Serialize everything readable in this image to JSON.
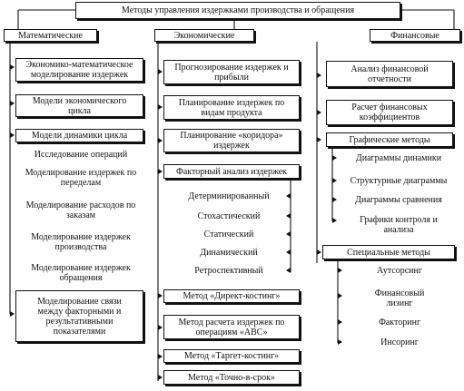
{
  "title": "Методы управления издержками производства и обращения",
  "columns": {
    "math": {
      "header": "Математические",
      "items": [
        "Экономико-математическое\nмоделирование издержек",
        "Модели экономического\nцикла",
        "Модели динамики цикла",
        "Исследование операций",
        "Моделирование издержек по\nпеределам",
        "Моделирование расходов по\nзаказам",
        "Моделирование издержек\nпроизводства",
        "Моделирование издержек\nобращения",
        "Моделирование связи\nмежду факторными и\nрезультативными\nпоказателями"
      ]
    },
    "econ": {
      "header": "Экономические",
      "items": [
        "Прогнозирование издержек и\nприбыли",
        "Планирование издержек по\nвидам продукта",
        "Планирование «коридора»\nиздержек",
        "Факторный анализ издержек"
      ],
      "factor_types": [
        "Детерминированный",
        "Стохастический",
        "Статический",
        "Динамический",
        "Ретроспективный"
      ],
      "methods": [
        "Метод «Директ-костинг»",
        "Метод расчета издержек по\nоперациям «АВС»",
        "Метод «Таргет-костинг»",
        "Метод «Точно-в-срок»"
      ]
    },
    "fin": {
      "header": "Финансовые",
      "items": [
        "Анализ финансовой\nотчетности",
        "Расчет финансовых\nкоэффициентов",
        "Графические методы"
      ],
      "graphic_types": [
        "Диаграммы динамики",
        "Структурные диаграммы",
        "Диаграммы сравнения",
        "Графики контроля и\nанализа"
      ],
      "special_header": "Специальные методы",
      "special_types": [
        "Аутсорсинг",
        "Финансовый\nлизинг",
        "Факторинг",
        "Инсоринг"
      ]
    }
  }
}
